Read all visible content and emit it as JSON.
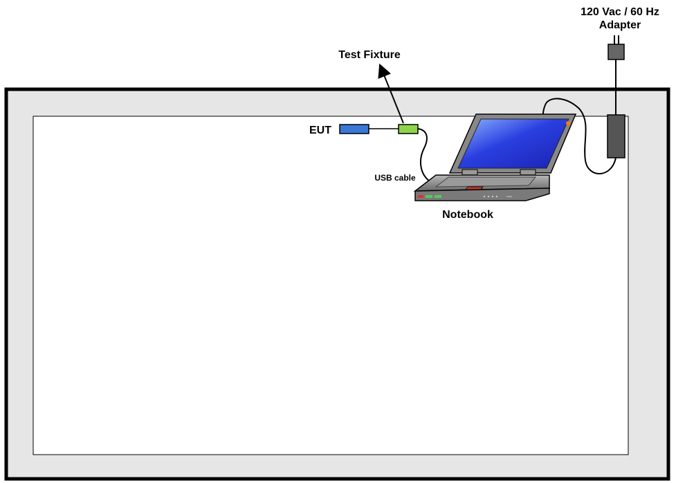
{
  "labels": {
    "adapter_line1": "120 Vac / 60 Hz",
    "adapter_line2": "Adapter",
    "test_fixture": "Test Fixture",
    "eut": "EUT",
    "usb_cable": "USB cable",
    "notebook": "Notebook"
  },
  "colors": {
    "table_outer": "#e6e6e6",
    "table_inner": "#ffffff",
    "eut": "#3a78d6",
    "fixture": "#8ed44a",
    "screen": "#2a3fd8",
    "adapter": "#555555"
  }
}
